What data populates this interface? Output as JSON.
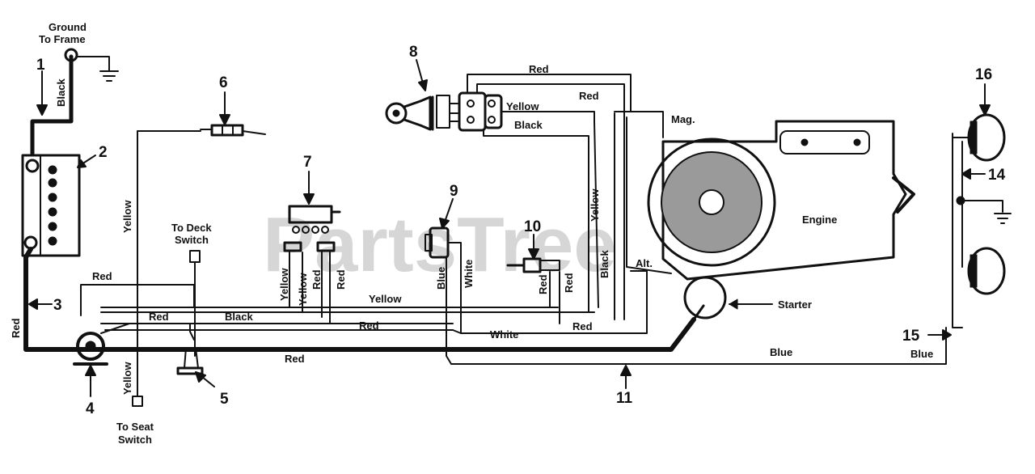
{
  "watermark": "PartsTree",
  "callouts": {
    "n1": "1",
    "n2": "2",
    "n3": "3",
    "n4": "4",
    "n5": "5",
    "n6": "6",
    "n7": "7",
    "n8": "8",
    "n9": "9",
    "n10": "10",
    "n11": "11",
    "n14": "14",
    "n15": "15",
    "n16": "16"
  },
  "labels": {
    "ground_line1": "Ground",
    "ground_line2": "To Frame",
    "deck_line1": "To Deck",
    "deck_line2": "Switch",
    "seat_line1": "To Seat",
    "seat_line2": "Switch",
    "mag": "Mag.",
    "engine": "Engine",
    "alt": "Alt.",
    "starter": "Starter"
  },
  "wire_labels": {
    "black_ground": "Black",
    "red_left": "Red",
    "yellow_vertical": "Yellow",
    "yellow_bottom": "Yellow",
    "red_upper": "Red",
    "red_lower": "Red",
    "black_mid": "Black",
    "red_main": "Red",
    "yellow_mid": "Yellow",
    "red_mid": "Red",
    "white_h": "White",
    "red_right": "Red",
    "blue_bottom": "Blue",
    "blue_right": "Blue",
    "sw7_yellow1": "Yellow",
    "sw7_yellow2": "Yellow",
    "sw7_red1": "Red",
    "sw7_red2": "Red",
    "sw9_blue": "Blue",
    "sw9_white": "White",
    "sw10_red1": "Red",
    "sw10_red2": "Red",
    "v_yellow": "Yellow",
    "v_black": "Black",
    "key_red_top": "Red",
    "key_red": "Red",
    "key_yellow": "Yellow",
    "key_black": "Black"
  },
  "colors": {
    "ink": "#111111",
    "watermark": "#d6d6d6",
    "background": "#ffffff"
  }
}
